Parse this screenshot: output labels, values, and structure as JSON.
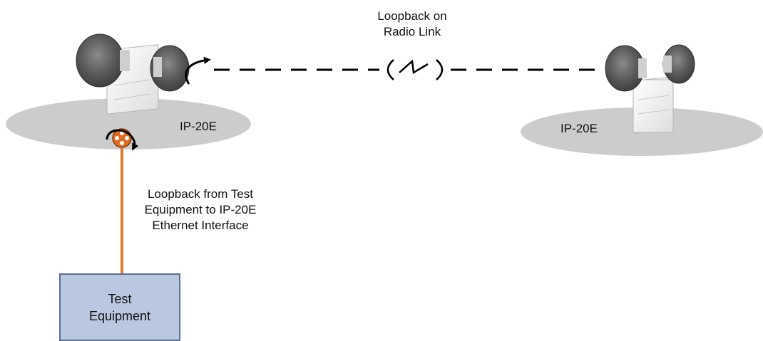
{
  "labels": {
    "loopback_radio_line1": "Loopback on",
    "loopback_radio_line2": "Radio Link",
    "left_unit": "IP-20E",
    "right_unit": "IP-20E",
    "loopback_eth_line1": "Loopback from Test",
    "loopback_eth_line2": "Equipment to IP-20E",
    "loopback_eth_line3": "Ethernet Interface",
    "test_line1": "Test",
    "test_line2": "Equipment"
  },
  "colors": {
    "platform": "#cccccc",
    "test_box_fill": "#b9c8e0",
    "test_box_border": "#5b6f92",
    "cable": "#e07a2e",
    "connector": "#e06a20",
    "link": "#000000"
  },
  "icons": {
    "radio_unit": "antenna-radio-unit",
    "connector": "ethernet-connector-icon",
    "lightning": "lightning-link-icon",
    "loop_arrow": "loop-arrow-icon"
  }
}
